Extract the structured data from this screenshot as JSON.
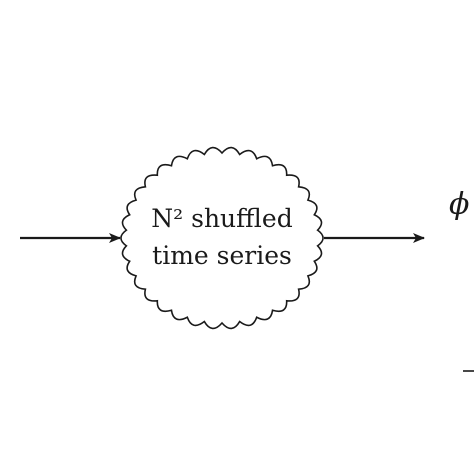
{
  "diagram": {
    "node": {
      "line1": "N² shuffled",
      "line2": "time series"
    },
    "output_symbol": "ϕ"
  },
  "colors": {
    "stroke": "#1a1a1a",
    "background": "#ffffff"
  }
}
